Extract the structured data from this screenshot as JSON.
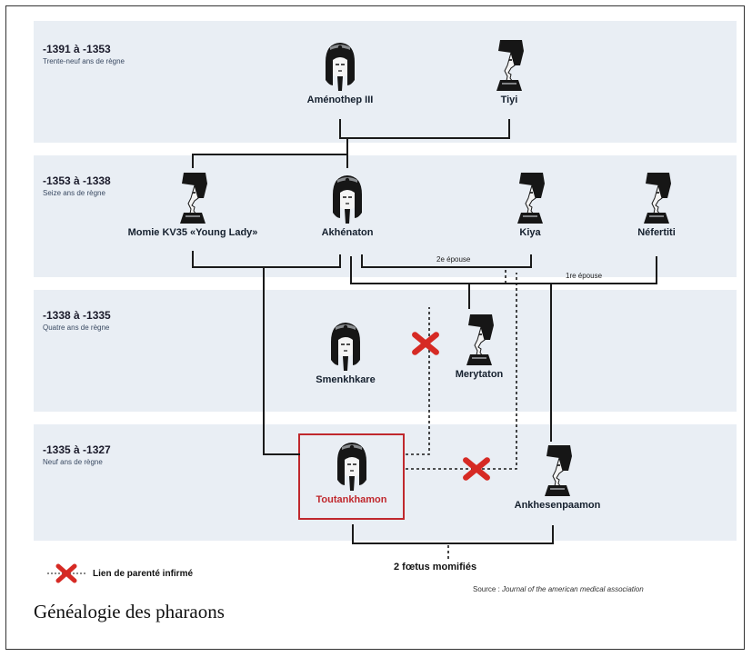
{
  "title": "Généalogie des pharaons",
  "eras": [
    {
      "range": "-1391 à -1353",
      "reign": "Trente-neuf ans de règne"
    },
    {
      "range": "-1353 à -1338",
      "reign": "Seize ans de règne"
    },
    {
      "range": "-1338 à -1335",
      "reign": "Quatre ans de règne"
    },
    {
      "range": "-1335 à -1327",
      "reign": "Neuf ans de règne"
    }
  ],
  "people": {
    "amenothep": {
      "name": "Aménothep III",
      "icon": "pharaoh-icon"
    },
    "tiyi": {
      "name": "Tiyi",
      "icon": "queen-icon"
    },
    "young_lady": {
      "name": "Momie KV35 «Young Lady»",
      "icon": "queen-icon"
    },
    "akhenaton": {
      "name": "Akhénaton",
      "icon": "pharaoh-icon"
    },
    "kiya": {
      "name": "Kiya",
      "icon": "queen-icon"
    },
    "nefertiti": {
      "name": "Néfertiti",
      "icon": "queen-icon"
    },
    "smenkhkare": {
      "name": "Smenkhkare",
      "icon": "pharaoh-icon"
    },
    "merytaton": {
      "name": "Merytaton",
      "icon": "queen-icon"
    },
    "toutankhamon": {
      "name": "Toutankhamon",
      "icon": "pharaoh-icon"
    },
    "ankhesenpaamon": {
      "name": "Ankhesenpaamon",
      "icon": "queen-icon"
    }
  },
  "edge_labels": {
    "second_wife": "2e épouse",
    "first_wife": "1re épouse"
  },
  "foetus_label": "2 fœtus momifiés",
  "legend": {
    "label": "Lien de parenté infirmé",
    "icon": "red-cross-icon"
  },
  "source": {
    "label": "Source :",
    "text": "Journal of the american medical association"
  },
  "colors": {
    "band": "#e9eef4",
    "highlight": "#c0282d",
    "line": "#1a1a1a"
  }
}
